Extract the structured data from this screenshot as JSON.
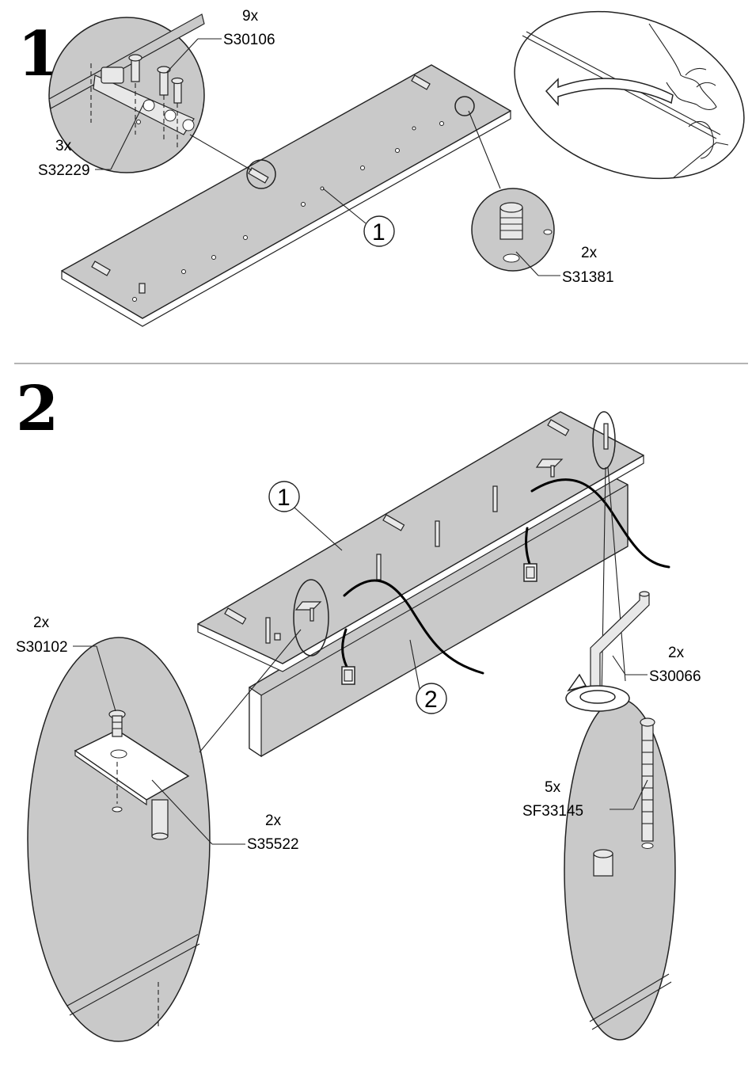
{
  "steps": [
    {
      "number": "1",
      "parts": [
        {
          "qty": "9x",
          "code": "S30106"
        },
        {
          "qty": "3x",
          "code": "S32229"
        },
        {
          "qty": "2x",
          "code": "S31381"
        }
      ],
      "panel_callout": "1"
    },
    {
      "number": "2",
      "parts": [
        {
          "qty": "2x",
          "code": "S30102"
        },
        {
          "qty": "2x",
          "code": "S35522"
        },
        {
          "qty": "2x",
          "code": "S30066"
        },
        {
          "qty": "5x",
          "code": "SF33145"
        }
      ],
      "panel_callouts": [
        "1",
        "2"
      ]
    }
  ],
  "icons": [
    "hand-peel-icon",
    "rotate-arrow-icon",
    "allen-key-icon"
  ]
}
